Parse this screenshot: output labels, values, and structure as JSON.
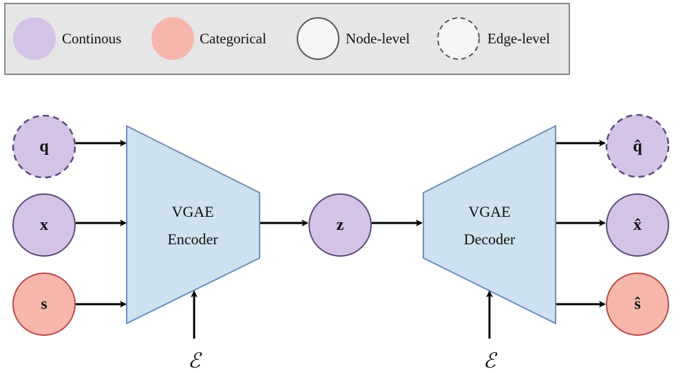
{
  "legend": {
    "items": [
      {
        "label": "Continous",
        "kind": "continuous"
      },
      {
        "label": "Categorical",
        "kind": "categorical"
      },
      {
        "label": "Node-level",
        "kind": "node-level"
      },
      {
        "label": "Edge-level",
        "kind": "edge-level"
      }
    ]
  },
  "inputs": {
    "q": "q",
    "x": "x",
    "s": "s"
  },
  "latent": "z",
  "encoder": {
    "line1": "VGAE",
    "line2": "Encoder"
  },
  "decoder": {
    "line1": "VGAE",
    "line2": "Decoder"
  },
  "outputs": {
    "q": "q̂",
    "x": "x̂",
    "s": "ŝ"
  },
  "edge_input_symbol": "ℰ",
  "colors": {
    "continuous_fill": "#d5c3e6",
    "continuous_stroke": "#5a4a7d",
    "categorical_fill": "#f7b6ac",
    "categorical_stroke": "#b84a4a",
    "node_level_fill": "#f5f5f5",
    "node_level_stroke": "#555555",
    "trapezoid_fill": "#cde1ee",
    "trapezoid_stroke": "#6c8ebf",
    "legend_bg": "#e6e6e6"
  }
}
